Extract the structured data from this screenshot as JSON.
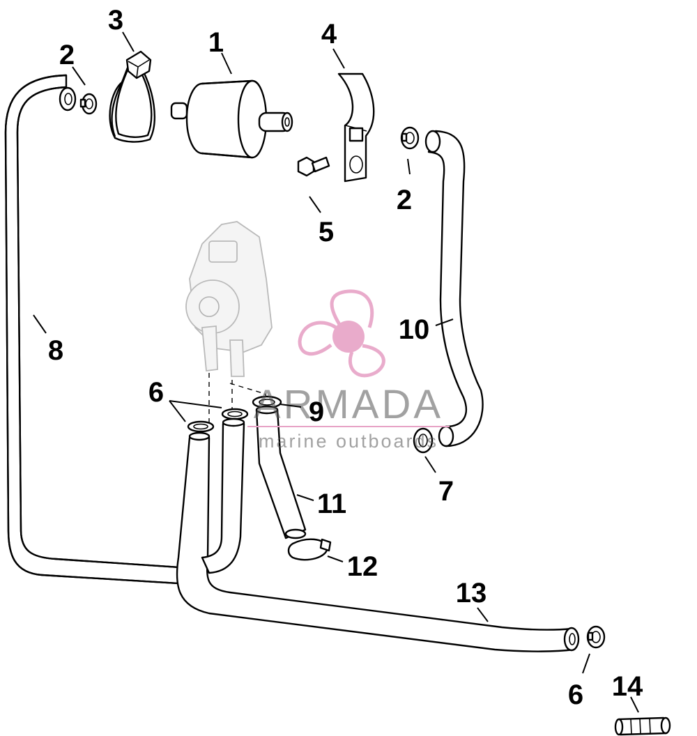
{
  "callouts": {
    "c1": "1",
    "c2a": "2",
    "c2b": "2",
    "c3": "3",
    "c4": "4",
    "c5": "5",
    "c6a": "6",
    "c6b": "6",
    "c7": "7",
    "c8": "8",
    "c9": "9",
    "c10": "10",
    "c11": "11",
    "c12": "12",
    "c13": "13",
    "c14": "14"
  },
  "watermark": {
    "brand": "ARMADA",
    "tagline": "marine outboards",
    "color": "#e7a3c6"
  }
}
